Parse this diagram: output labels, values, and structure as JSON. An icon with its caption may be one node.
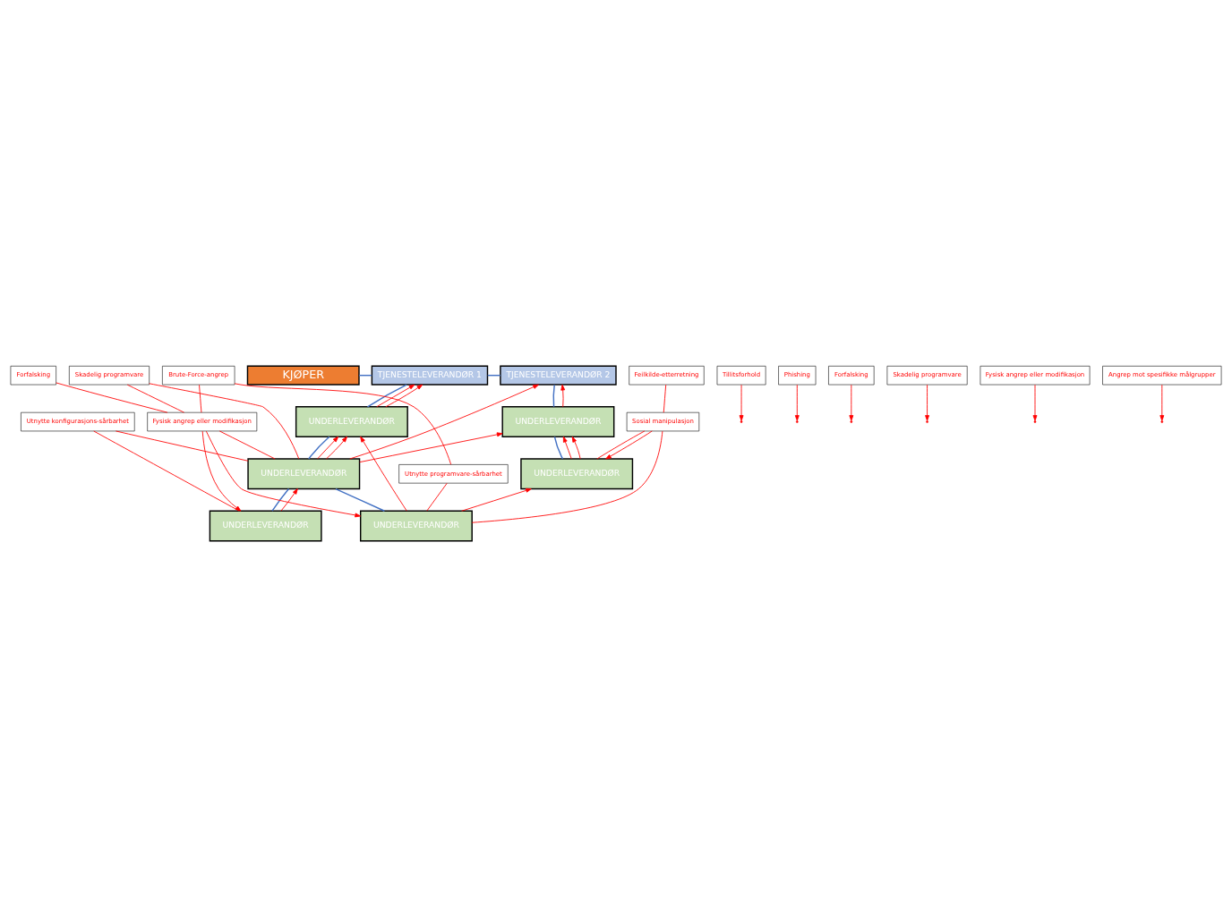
{
  "diagram": {
    "nodes": [
      {
        "text": [
          "KJØPER"
        ]
      },
      {
        "text": [
          "TJENESTELEVERANDØR 1"
        ]
      },
      {
        "text": [
          "TJENESTELEVERANDØR 2"
        ]
      },
      {
        "text": [
          "UNDERLEVERANDØR"
        ]
      },
      {
        "text": [
          "UNDERLEVERANDØR"
        ]
      },
      {
        "text": [
          "UNDERLEVERANDØR"
        ]
      },
      {
        "text": [
          "UNDERLEVERANDØR"
        ]
      },
      {
        "text": [
          "UNDERLEVERANDØR"
        ]
      },
      {
        "text": [
          "UNDERLEVERANDØR"
        ]
      },
      {
        "text": [
          "Tillitsforhold"
        ]
      },
      {
        "text": [
          "Phishing"
        ]
      },
      {
        "text": [
          "Forfalsking"
        ]
      },
      {
        "text": [
          "Skadelig programvare"
        ]
      },
      {
        "text": [
          "Fysisk angrep eller modifikasjon"
        ]
      },
      {
        "text": [
          "Angrep mot spesifikke målgrupper"
        ]
      },
      {
        "text": [
          "Utnytte konfigurasjons-sårbarhet"
        ]
      },
      {
        "text": [
          "Fysisk angrep eller modifikasjon"
        ]
      },
      {
        "text": [
          "Utnytte programvare-sårbarhet"
        ]
      },
      {
        "text": [
          "Sosial manipulasjon"
        ]
      },
      {
        "text": [
          "Skadelig programvare"
        ]
      },
      {
        "text": [
          "Forfalsking"
        ]
      },
      {
        "text": [
          "Brute-Force-angrep"
        ]
      },
      {
        "text": [
          "Feilkilde-etterretning"
        ]
      }
    ],
    "edges": [
      {
        "from": 0,
        "to": 1,
        "arrow": "none",
        "color": "#4472c4"
      },
      {
        "from": 1,
        "to": 2,
        "arrow": "none",
        "color": "#4472c4"
      },
      {
        "from": 1,
        "to": 3,
        "arrow": "none",
        "color": "#4472c4"
      },
      {
        "from": 2,
        "to": 4,
        "arrow": "none",
        "color": "#4472c4"
      },
      {
        "from": 3,
        "to": 5,
        "arrow": "none",
        "color": "#4472c4"
      },
      {
        "from": 4,
        "to": 6,
        "arrow": "none",
        "color": "#4472c4"
      },
      {
        "from": 5,
        "to": 7,
        "arrow": "none",
        "color": "#4472c4"
      },
      {
        "from": 5,
        "to": 8,
        "arrow": "none",
        "color": "#4472c4"
      },
      {
        "from": 9,
        "to": null,
        "arrow": "to"
      },
      {
        "from": 10,
        "to": null,
        "arrow": "to"
      },
      {
        "from": 11,
        "to": null,
        "arrow": "to"
      },
      {
        "from": 12,
        "to": null,
        "arrow": "to"
      },
      {
        "from": 13,
        "to": null,
        "arrow": "to"
      },
      {
        "from": 14,
        "to": null,
        "arrow": "to"
      },
      {
        "from": 3,
        "to": 1,
        "arrow": "to"
      },
      {
        "from": 3,
        "to": 1,
        "arrow": "to"
      },
      {
        "from": 4,
        "to": 2,
        "arrow": "to"
      },
      {
        "from": 5,
        "to": 3,
        "arrow": "to"
      },
      {
        "from": 5,
        "to": 3,
        "arrow": "to"
      },
      {
        "from": 5,
        "to": 2,
        "arrow": "to"
      },
      {
        "from": 5,
        "to": 4,
        "arrow": "to"
      },
      {
        "from": 6,
        "to": 4,
        "arrow": "to"
      },
      {
        "from": 6,
        "to": 4,
        "arrow": "to"
      },
      {
        "from": 7,
        "to": 5,
        "arrow": "to"
      },
      {
        "from": 8,
        "to": 3,
        "arrow": "to"
      },
      {
        "from": 8,
        "to": 6,
        "arrow": "to"
      },
      {
        "from": 15,
        "to": 7,
        "arrow": "none"
      },
      {
        "from": 15,
        "to": 5,
        "arrow": "none"
      },
      {
        "from": 16,
        "to": 7,
        "arrow": "to"
      },
      {
        "from": 16,
        "to": 8,
        "arrow": "to"
      },
      {
        "from": 16,
        "to": 5,
        "arrow": "none"
      },
      {
        "from": 19,
        "to": 16,
        "arrow": "none"
      },
      {
        "from": 19,
        "to": 5,
        "arrow": "none"
      },
      {
        "from": 20,
        "to": 16,
        "arrow": "none"
      },
      {
        "from": 21,
        "to": 16,
        "arrow": "none"
      },
      {
        "from": 21,
        "to": 17,
        "arrow": "none"
      },
      {
        "from": 17,
        "to": 8,
        "arrow": "none"
      },
      {
        "from": 18,
        "to": 8,
        "arrow": "none"
      },
      {
        "from": 18,
        "to": 6,
        "arrow": "none"
      },
      {
        "from": 18,
        "to": 6,
        "arrow": "to"
      },
      {
        "from": 22,
        "to": 18,
        "arrow": "none"
      }
    ]
  }
}
